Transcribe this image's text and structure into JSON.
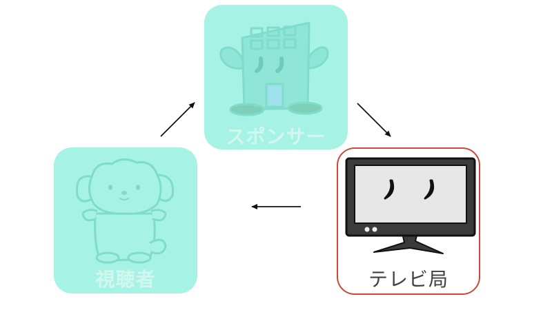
{
  "nodes": {
    "sponsor": {
      "label": "スポンサー",
      "icon": "office-building-icon",
      "state": "faded"
    },
    "tv": {
      "label": "テレビ局",
      "icon": "television-icon",
      "state": "highlighted"
    },
    "viewer": {
      "label": "視聴者",
      "icon": "dog-icon",
      "state": "faded"
    }
  },
  "edges": [
    {
      "from": "viewer",
      "to": "sponsor"
    },
    {
      "from": "sponsor",
      "to": "tv"
    },
    {
      "from": "tv",
      "to": "viewer"
    }
  ],
  "colors": {
    "faded_card": "#a6f2e4",
    "faded_label": "#d2f7ef",
    "highlight_border": "#c9463a",
    "arrow": "#111111",
    "tv_frame": "#3b3b3b",
    "tv_screen": "#e7e7e7"
  }
}
